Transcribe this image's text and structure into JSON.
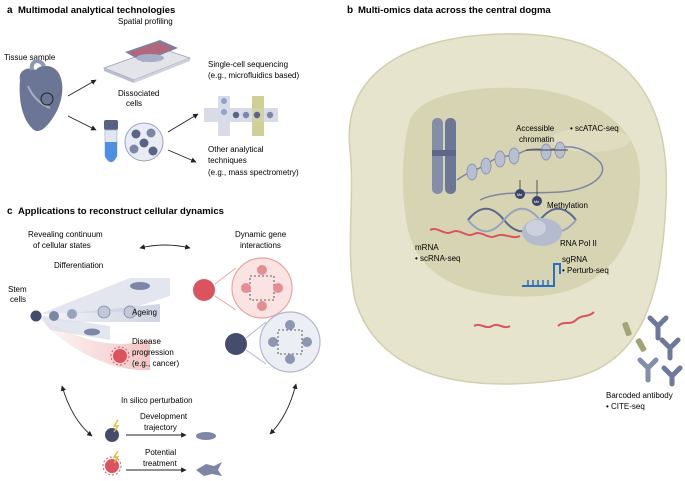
{
  "panel_a": {
    "letter": "a",
    "title": "Multimodal analytical technologies",
    "tissue_sample": "Tissue sample",
    "spatial_profiling": "Spatial profiling",
    "dissociated_1": "Dissociated",
    "dissociated_2": "cells",
    "single_cell_1": "Single-cell sequencing",
    "single_cell_2": "(e.g., microfluidics based)",
    "other_1": "Other analytical",
    "other_2": "techniques",
    "other_3": "(e.g., mass spectrometry)"
  },
  "panel_b": {
    "letter": "b",
    "title": "Multi-omics data across the central dogma",
    "accessible_1": "Accessible",
    "accessible_2": "chromatin",
    "scatac": "• scATAC-seq",
    "me": "Me",
    "methylation": "Methylation",
    "rna_pol": "RNA Pol II",
    "mrna": "mRNA",
    "scrna": "• scRNA-seq",
    "sgrna": "sgRNA",
    "perturb": "• Perturb-seq",
    "barcoded": "Barcoded antibody",
    "cite": "• CITE-seq"
  },
  "panel_c": {
    "letter": "c",
    "title": "Applications to reconstruct cellular dynamics",
    "revealing_1": "Revealing continuum",
    "revealing_2": "of cellular states",
    "differentiation": "Differentiation",
    "stem_1": "Stem",
    "stem_2": "cells",
    "ageing": "Ageing",
    "disease_1": "Disease",
    "disease_2": "progression",
    "disease_3": "(e.g., cancer)",
    "dynamic_1": "Dynamic gene",
    "dynamic_2": "interactions",
    "in_silico": "In silico perturbation",
    "dev_1": "Development",
    "dev_2": "trajectory",
    "pot_1": "Potential",
    "pot_2": "treatment"
  },
  "colors": {
    "cell_outer": "#e6e3cb",
    "cell_inner": "#d4d2b0",
    "blue_gray": "#7d86a6",
    "dark_blue": "#454c6c",
    "red": "#d9545f",
    "light_red": "#f2c2c2",
    "blue": "#2c6fc0",
    "heart": "#5f6a8a"
  }
}
